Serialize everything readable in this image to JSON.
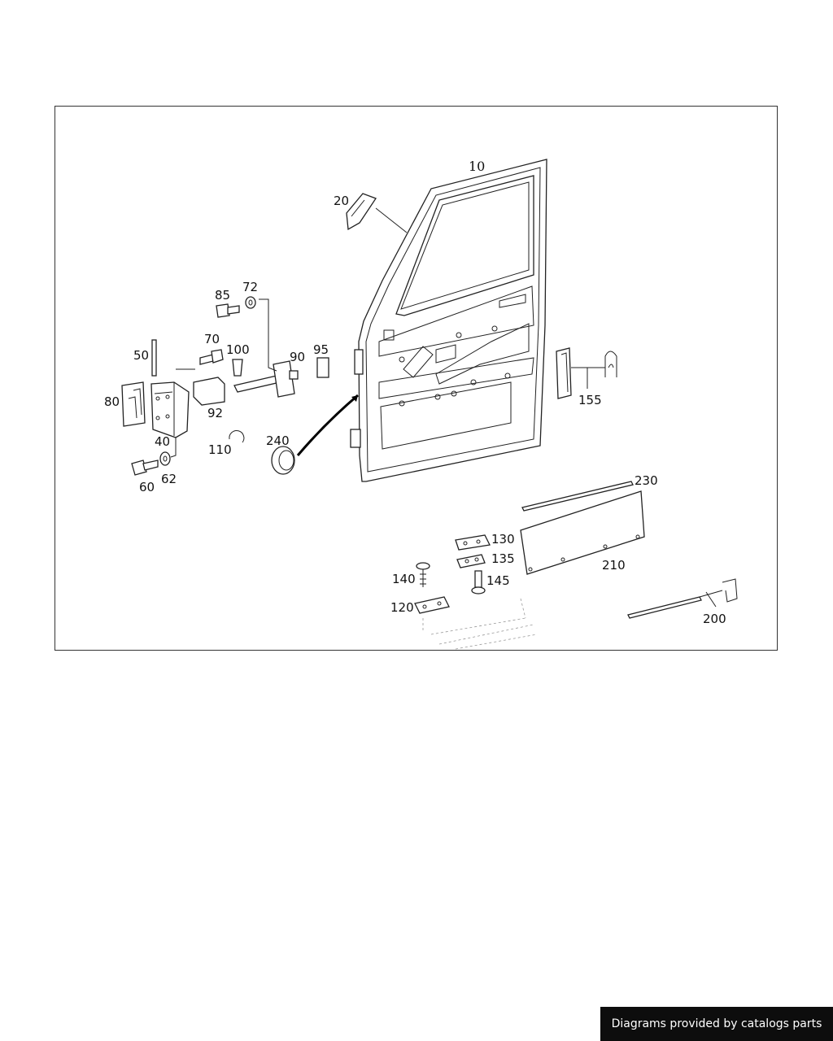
{
  "parts": {
    "p10": "10",
    "p20": "20",
    "p40": "40",
    "p50": "50",
    "p60": "60",
    "p62": "62",
    "p70": "70",
    "p72": "72",
    "p80": "80",
    "p85": "85",
    "p90": "90",
    "p92": "92",
    "p95": "95",
    "p100": "100",
    "p110": "110",
    "p120": "120",
    "p130": "130",
    "p135": "135",
    "p140": "140",
    "p145": "145",
    "p155": "155",
    "p200": "200",
    "p210": "210",
    "p230": "230",
    "p240": "240"
  },
  "footer": {
    "text": "Diagrams provided by catalogs parts"
  }
}
